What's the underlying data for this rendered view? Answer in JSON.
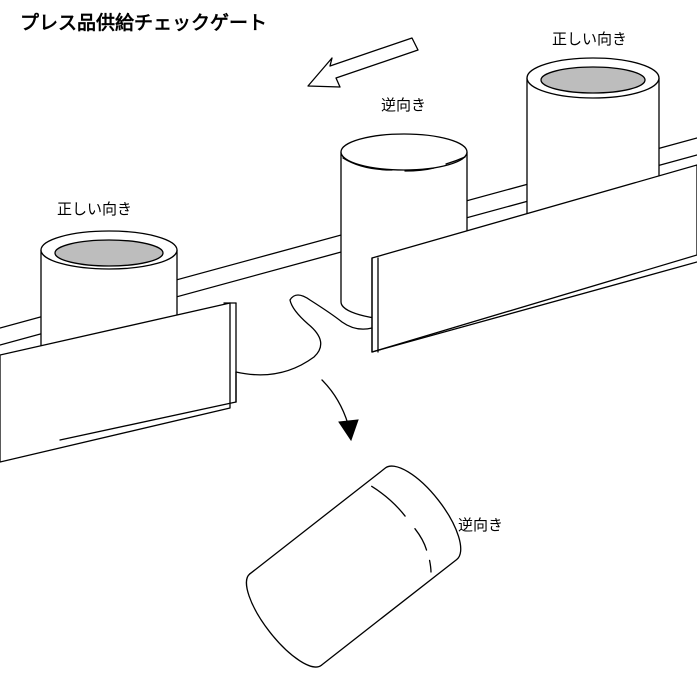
{
  "title": "プレス品供給チェックゲート",
  "labels": {
    "correct_right": "正しい向き",
    "correct_left": "正しい向き",
    "reverse_top": "逆向き",
    "reverse_bottom": "逆向き"
  },
  "colors": {
    "line": "#000000",
    "hole_fill": "#bdbdbd",
    "background": "#ffffff"
  }
}
